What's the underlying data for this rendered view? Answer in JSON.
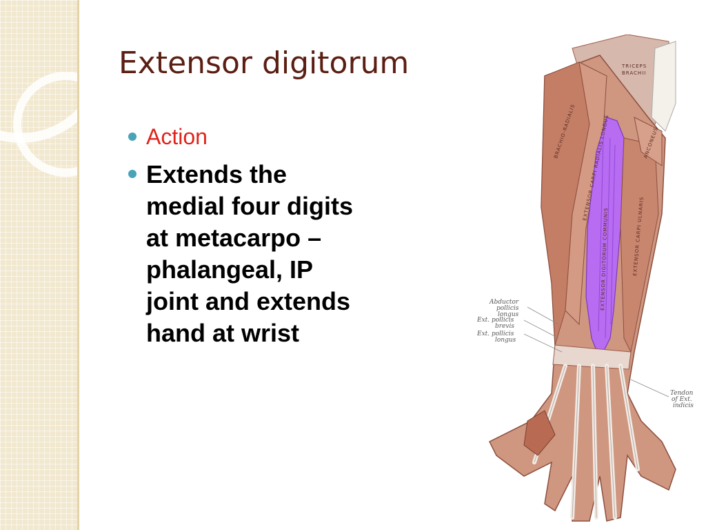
{
  "slide": {
    "title": "Extensor digitorum",
    "bullets": [
      "Action",
      "Extends the medial four digits at metacarpo – phalangeal, IP joint and extends hand at wrist"
    ]
  },
  "figure": {
    "labels": {
      "triceps": "TRICEPS",
      "brachii": "BRACHII",
      "abductor": "Abductor",
      "pollicis": "pollicis",
      "longus": "longus",
      "ext_brevis": "Ext. pollicis",
      "brevis": "brevis",
      "ext_longus": "Ext. pollicis",
      "longus2": "longus",
      "tendon": "Tendon",
      "of_ext": "of Ext.",
      "indicis": "indicis",
      "ext_dig": "EXTENSOR DIGITORUM COMMUNIS",
      "ext_carpi_rad_longus": "EXTENSOR CARPI RADIALIS LONGUS",
      "ext_carpi_ulnaris": "EXTENSOR CARPI ULNARIS",
      "brachio_radialis": "BRACHIO-RADIALIS",
      "anconeus": "ANCONEUS"
    },
    "colors": {
      "muscle": "#c98a74",
      "muscle_dark": "#9c5a48",
      "highlight": "#b86cf2",
      "tendon": "#f2ece6",
      "bone": "#f4f0ea"
    }
  }
}
